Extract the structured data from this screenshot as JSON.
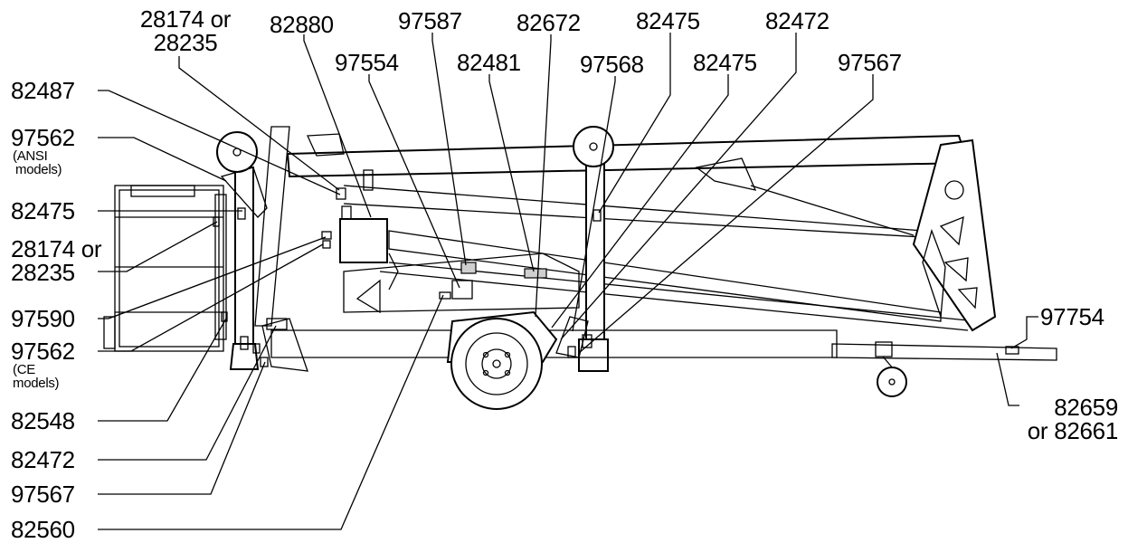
{
  "top_labels": [
    {
      "id": "t1",
      "line1": "28174 or",
      "line2": "28235"
    },
    {
      "id": "t2",
      "text": "82880"
    },
    {
      "id": "t3",
      "text": "97587"
    },
    {
      "id": "t4",
      "text": "82672"
    },
    {
      "id": "t5",
      "text": "82475"
    },
    {
      "id": "t6",
      "text": "82472"
    },
    {
      "id": "t7",
      "text": "97554"
    },
    {
      "id": "t8",
      "text": "82481"
    },
    {
      "id": "t9",
      "text": "97568"
    },
    {
      "id": "t10",
      "text": "82475"
    },
    {
      "id": "t11",
      "text": "97567"
    }
  ],
  "left_labels": [
    {
      "id": "l1",
      "text": "82487"
    },
    {
      "id": "l2",
      "text": "97562",
      "note": "(ANSI",
      "note2": "models)"
    },
    {
      "id": "l3",
      "text": "82475"
    },
    {
      "id": "l4",
      "line1": "28174 or",
      "line2": "28235"
    },
    {
      "id": "l5",
      "text": "97590"
    },
    {
      "id": "l6",
      "text": "97562",
      "note": "(CE",
      "note2": "models)"
    },
    {
      "id": "l7",
      "text": "82548"
    },
    {
      "id": "l8",
      "text": "82472"
    },
    {
      "id": "l9",
      "text": "97567"
    },
    {
      "id": "l10",
      "text": "82560"
    }
  ],
  "right_labels": [
    {
      "id": "r1",
      "text": "97754"
    },
    {
      "id": "r2",
      "line1": "82659",
      "line2": "or 82661"
    }
  ]
}
